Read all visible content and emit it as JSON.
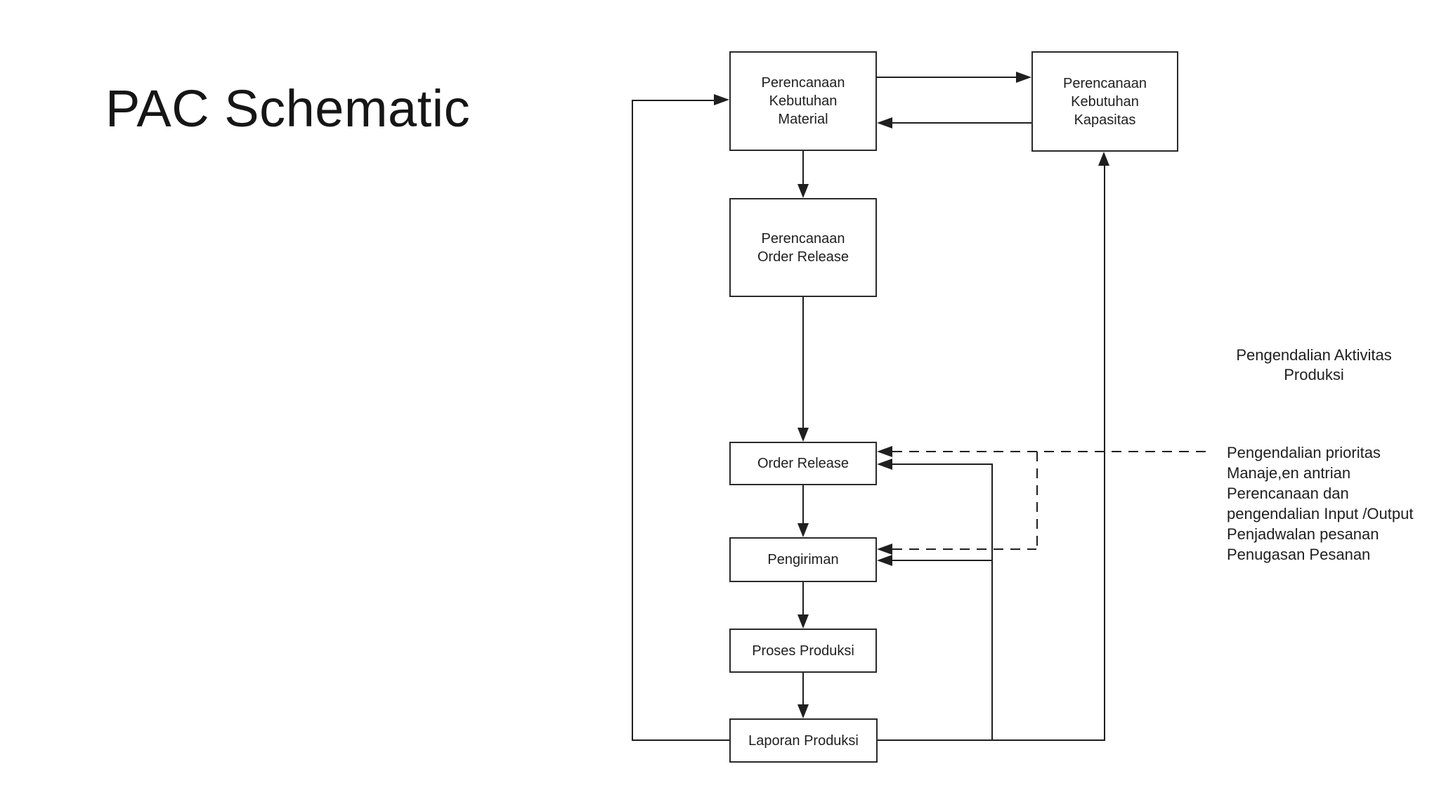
{
  "slide": {
    "title": "PAC Schematic"
  },
  "diagram": {
    "nodes": {
      "mrp": {
        "label": "Perencanaan\nKebutuhan\nMaterial"
      },
      "crp": {
        "label": "Perencanaan\nKebutuhan\nKapasitas"
      },
      "por": {
        "label": "Perencanaan\nOrder Release"
      },
      "order_release": {
        "label": "Order Release"
      },
      "pengiriman": {
        "label": "Pengiriman"
      },
      "proses_produksi": {
        "label": "Proses Produksi"
      },
      "laporan_produksi": {
        "label": "Laporan Produksi"
      }
    },
    "annotations": {
      "pac_label": "Pengendalian Aktivitas\nProduksi",
      "activity_list": [
        "Pengendalian prioritas",
        "Manaje,en antrian",
        "Perencanaan dan",
        "pengendalian Input /Output",
        "Penjadwalan pesanan",
        "Penugasan Pesanan"
      ]
    },
    "edges": [
      {
        "from": "mrp",
        "to": "crp",
        "style": "solid"
      },
      {
        "from": "crp",
        "to": "mrp",
        "style": "solid"
      },
      {
        "from": "mrp",
        "to": "por",
        "style": "solid"
      },
      {
        "from": "por",
        "to": "order_release",
        "style": "solid"
      },
      {
        "from": "order_release",
        "to": "pengiriman",
        "style": "solid"
      },
      {
        "from": "pengiriman",
        "to": "proses_produksi",
        "style": "solid"
      },
      {
        "from": "proses_produksi",
        "to": "laporan_produksi",
        "style": "solid"
      },
      {
        "from": "laporan_produksi",
        "to": "mrp",
        "style": "solid"
      },
      {
        "from": "laporan_produksi",
        "to": "crp",
        "style": "solid"
      },
      {
        "from": "laporan_produksi",
        "to": "order_release",
        "style": "solid"
      },
      {
        "from": "laporan_produksi",
        "to": "pengiriman",
        "style": "solid"
      },
      {
        "from": "activity_list",
        "to": "order_release",
        "style": "dashed"
      },
      {
        "from": "activity_list",
        "to": "pengiriman",
        "style": "dashed"
      }
    ],
    "colors": {
      "background": "#ffffff",
      "line": "#1f1f1f",
      "box_border": "#2a2a2a",
      "text": "#1f1f1f"
    }
  }
}
